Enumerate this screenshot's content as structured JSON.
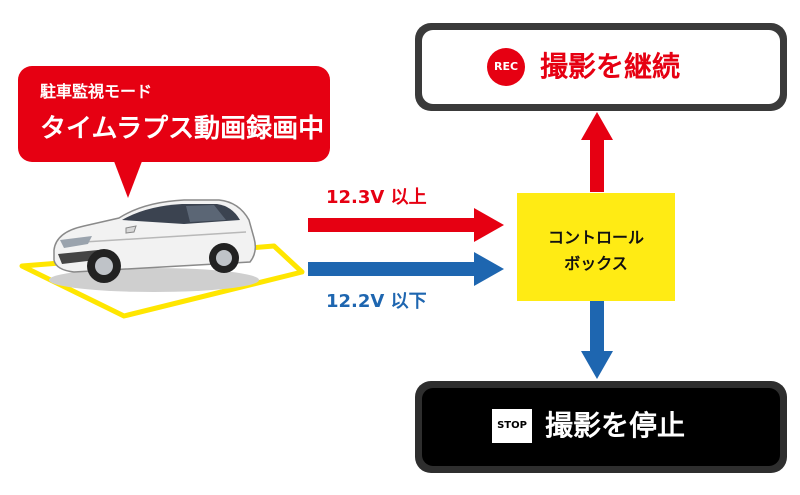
{
  "callout": {
    "line1": "駐車監視モード",
    "line2": "タイムラプス動画録画中"
  },
  "voltage": {
    "high_label": "12.3V 以上",
    "low_label": "12.2V 以下"
  },
  "control_box": {
    "line1": "コントロール",
    "line2": "ボックス"
  },
  "result_rec": {
    "badge": "REC",
    "text": "撮影を継続"
  },
  "result_stop": {
    "badge": "STOP",
    "text": "撮影を停止"
  },
  "colors": {
    "red": "#e60012",
    "blue": "#1e66b0",
    "yellow": "#ffeb14",
    "parking_line": "#ffe600"
  },
  "icons": [
    "car-icon",
    "parking-space-icon",
    "arrow-right-icon",
    "arrow-up-icon",
    "arrow-down-icon"
  ]
}
